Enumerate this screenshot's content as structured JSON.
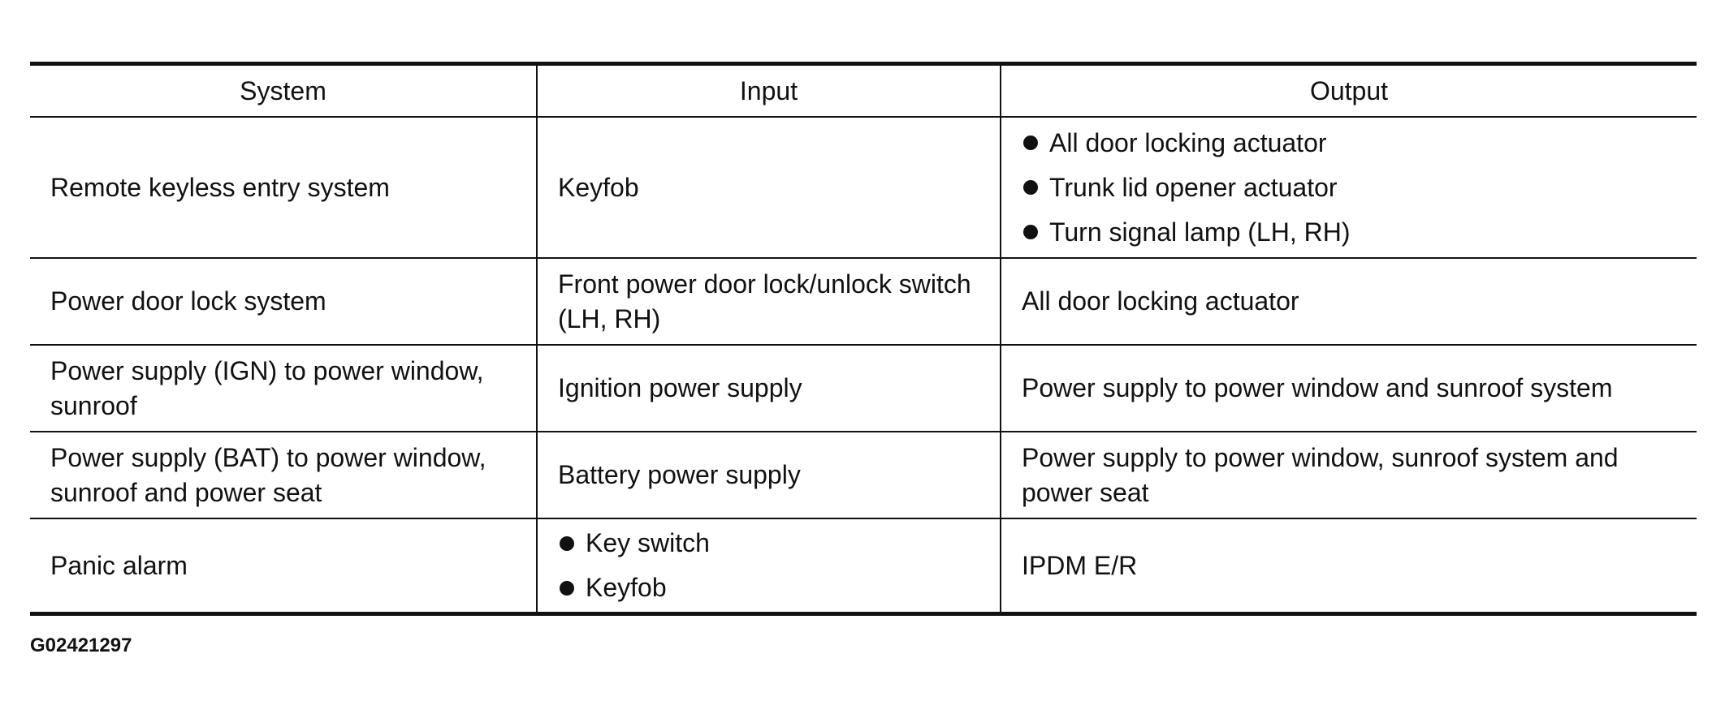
{
  "table": {
    "headers": [
      "System",
      "Input",
      "Output"
    ],
    "rows": [
      {
        "system": "Remote keyless entry system",
        "input": "Keyfob",
        "output": [
          "All door locking actuator",
          "Trunk lid opener actuator",
          "Turn signal lamp (LH, RH)"
        ]
      },
      {
        "system": "Power door lock system",
        "input": "Front power door lock/unlock switch (LH, RH)",
        "output": "All door locking actuator"
      },
      {
        "system": "Power supply (IGN) to power window, sunroof",
        "input": "Ignition power supply",
        "output": "Power supply to power window and sunroof system"
      },
      {
        "system": "Power supply (BAT) to power window, sunroof and power seat",
        "input": "Battery power supply",
        "output": "Power supply to power window, sunroof system and power seat"
      },
      {
        "system": "Panic alarm",
        "input": [
          "Key switch",
          "Keyfob"
        ],
        "output": "IPDM E/R"
      }
    ]
  },
  "figure_code": "G02421297",
  "icons": {
    "bullet": "filled-circle-bullet-icon"
  }
}
